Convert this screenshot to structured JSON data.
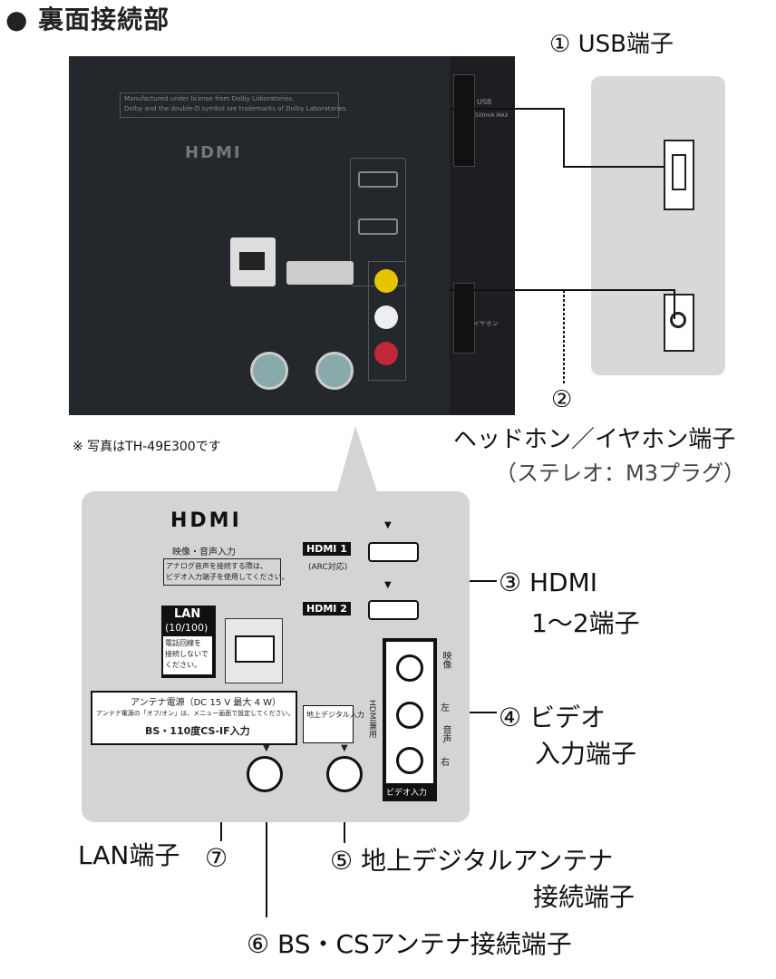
{
  "page": {
    "title": "● 裏面接続部",
    "photo_note": "※ 写真はTH-49E300です"
  },
  "photo": {
    "dolby_note_1": "Manufactured under license from Dolby Laboratories.",
    "dolby_note_2": "Dolby and the double-D symbol are trademarks of Dolby Laboratories.",
    "hdmi_logo": "HDMI",
    "usb_label": "USB",
    "usb_spec": "500mA MAX",
    "headphone_label": "イヤホン"
  },
  "callouts": {
    "c1": "① USB端子",
    "c2_num": "②",
    "c2_line1": "ヘッドホン／イヤホン端子",
    "c2_line2": "（ステレオ：M3プラグ）",
    "c3_line1": "③ HDMI",
    "c3_line2": "1～2端子",
    "c4_line1": "④ ビデオ",
    "c4_line2": "入力端子",
    "c5_line1": "⑤ 地上デジタルアンテナ",
    "c5_line2": "接続端子",
    "c6": "⑥ BS・CSアンテナ接続端子",
    "c7_label": "LAN端子",
    "c7_num": "⑦"
  },
  "diagram": {
    "hdmi_logo": "HDMI",
    "av_input": "映像・音声入力",
    "av_note_1": "アナログ音声を接続する際は、",
    "av_note_2": "ビデオ入力端子を使用してください。",
    "hdmi1": "HDMI 1",
    "hdmi1_sub": "(ARC対応)",
    "hdmi2": "HDMI 2",
    "lan": "LAN",
    "lan_speed": "(10/100)",
    "lan_note_1": "電話回線を",
    "lan_note_2": "接続しないで",
    "lan_note_3": "ください。",
    "antenna_power": "アンテナ電源（DC 15 V 最大 4 W）",
    "antenna_power_note": "アンテナ電源の「オフ/オン」は、メニュー画面で設定してください。",
    "bs_cs": "BS・110度CS-IF入力",
    "terrestrial": "地上デジタル入力",
    "video_in": "ビデオ入力",
    "hdmi_shared": "HDMI兼用",
    "video": "映像",
    "audio_l": "左",
    "audio": "音声",
    "audio_r": "右",
    "arrow": "▼"
  }
}
